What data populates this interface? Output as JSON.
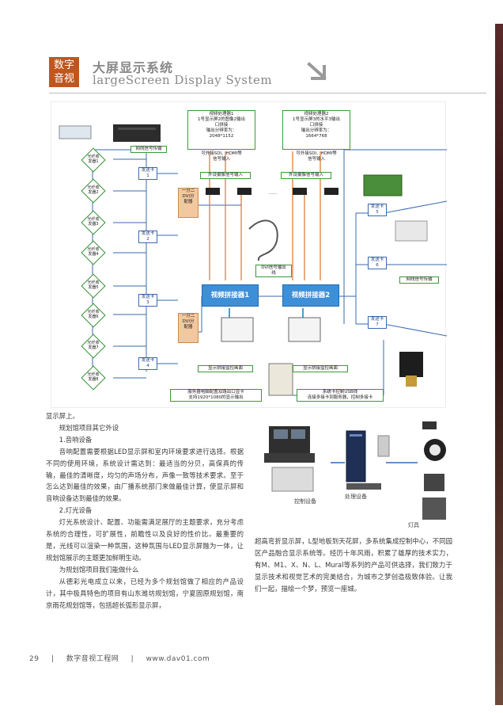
{
  "header": {
    "badge_line1": "数字",
    "badge_line2": "音视",
    "title_cn": "大屏显示系统",
    "title_en": "largeScreen Display System"
  },
  "diagram": {
    "processor1": "视频处理器1\n1号显示屏2的图像2输出\n口拼接\n输出分辨率为：\n2048*1152",
    "processor1_inputs": "可外接SDI、HDMI等\n信号输入",
    "processor2": "视频处理器2\n1号显示屏3的水平3输出\n口拼接\n输出分辨率为：\n1664*768",
    "processor2_inputs": "可外接SDI、HDMI等\n信号输入",
    "network_transfer_left": "网线信号传输",
    "network_transfer_right": "网线信号传输",
    "ext_cam_left": "外设摄像信号输入",
    "ext_cam_right": "外设摄像信号输入",
    "ellipsis": "……",
    "dvi_out": "DVI信号输出\n线",
    "switcher1": "视频拼接器1",
    "switcher2": "视频拼接器2",
    "monitor1": "显示拼接监控画面",
    "monitor2": "显示拼接监控画面",
    "pc_label": "服务器电脑配置双路出口显卡\n支持1920*1080的显示输出",
    "usb_label": "系统卡控制USB线\n连接多接卡到服务器，控制多接卡",
    "splitter1": "一分二\nDVI分\n配器",
    "splitter2": "一分二\nDVI分\n配器",
    "send_cards": [
      "发送卡\n1",
      "发送卡\n2",
      "发送卡\n3",
      "发送卡\n4",
      "发送卡\n5",
      "发送卡\n6",
      "发送卡\n7"
    ],
    "fiber_boxes": [
      "光纤收\n发器1",
      "光纤收\n发器2",
      "光纤收\n发器3",
      "光纤收\n发器4",
      "光纤收\n发器5",
      "光纤收\n发器6",
      "光纤收\n发器7",
      "光纤收\n发器8"
    ]
  },
  "left_column": [
    "显示屏上。",
    "规划馆项目其它外设",
    "1.音响设备",
    "音响配置需要根据LED显示屏和室内环境要求进行选择。根据不同的使用环境，系统设计需达到：最适当的分贝，高保真的传输，最佳的清晰度，均匀的声场分布，声像一致等技术要求。至于怎么达到最佳的效果，由厂播系统部门来做最佳计算，使显示屏和音响设备达到最佳的效果。",
    "2.灯光设备",
    "灯光系统设计、配置、功能需满足展厅的主题要求，充分考虑系统的合理性，可扩展性，前瞻性以及良好的性价比。最重要的是，光线可以渲染一种氛围，这种氛围与LED显示屏融为一体，让规划馆展示的主题更加鲜明生动。",
    "为规划馆项目我们能做什么",
    "从德彩光电成立以来，已经为多个规划馆做了相应的产品设计，其中极具特色的项目有山东潍坊规划馆，宁夏固原规划馆，南京雨花规划馆等，包括超长弧形显示屏，"
  ],
  "right_column": [
    "超高弯折显示屏，L型地板到天花屏，多系统集成控制中心，不同园区产品融合显示系统等。经历十年风雨，积累了雄厚的技术实力，有M、M1、X、N、L、Mural等系列的产品可供选择，我们致力于显示技术和视觉艺术的完美结合，为城市之梦创造极致体验。让我们一起，描绘一个梦，预览一座城。"
  ],
  "equipment": {
    "control_label": "控制设备",
    "processing_label": "处理设备",
    "lighting_label": "灯具"
  },
  "footer": {
    "page": "29",
    "magazine": "数字音视工程网",
    "url": "www.dav01.com"
  }
}
